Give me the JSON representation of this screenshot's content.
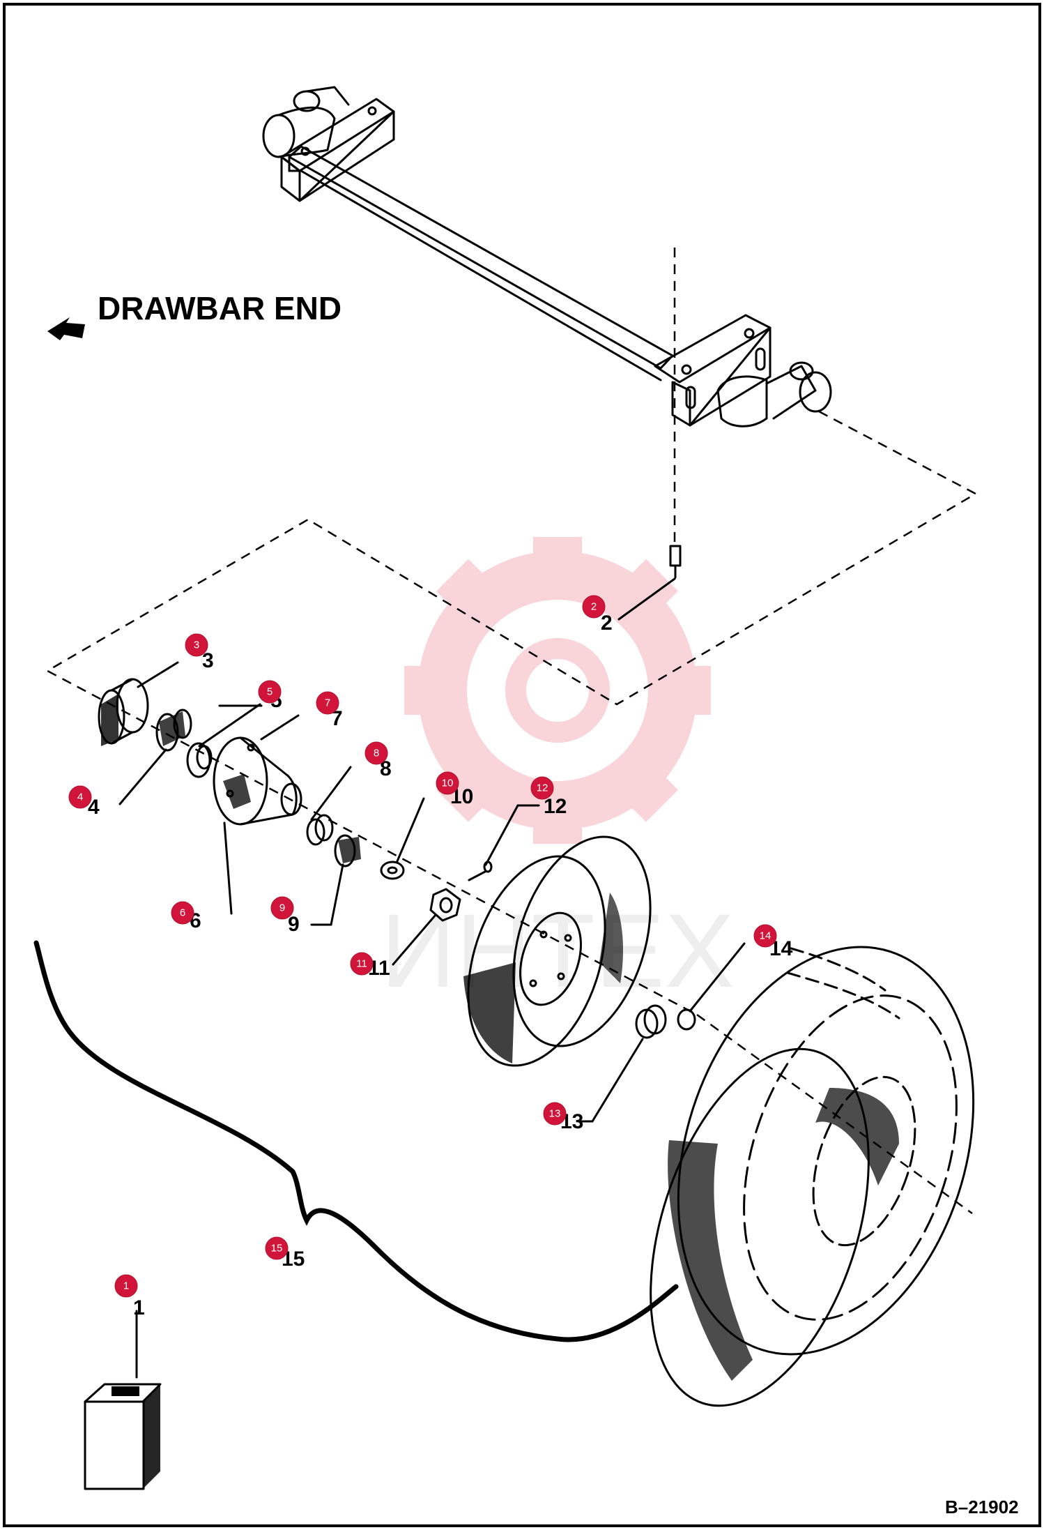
{
  "heading": "DRAWBAR END",
  "figure_ref": "B–21902",
  "watermark_text": "ИНТЕХ",
  "colors": {
    "callout": "#d1153a",
    "watermark": "#f2a0a8",
    "ink": "#000000",
    "frame": "#000000"
  },
  "callouts": [
    {
      "id": "1",
      "label": "1"
    },
    {
      "id": "2",
      "label": "2"
    },
    {
      "id": "3",
      "label": "3"
    },
    {
      "id": "4",
      "label": "4"
    },
    {
      "id": "5",
      "label": "5"
    },
    {
      "id": "6",
      "label": "6"
    },
    {
      "id": "7",
      "label": "7"
    },
    {
      "id": "8",
      "label": "8"
    },
    {
      "id": "9",
      "label": "9"
    },
    {
      "id": "10",
      "label": "10"
    },
    {
      "id": "11",
      "label": "11"
    },
    {
      "id": "12",
      "label": "12"
    },
    {
      "id": "13",
      "label": "13"
    },
    {
      "id": "14",
      "label": "14"
    },
    {
      "id": "15",
      "label": "15"
    }
  ]
}
